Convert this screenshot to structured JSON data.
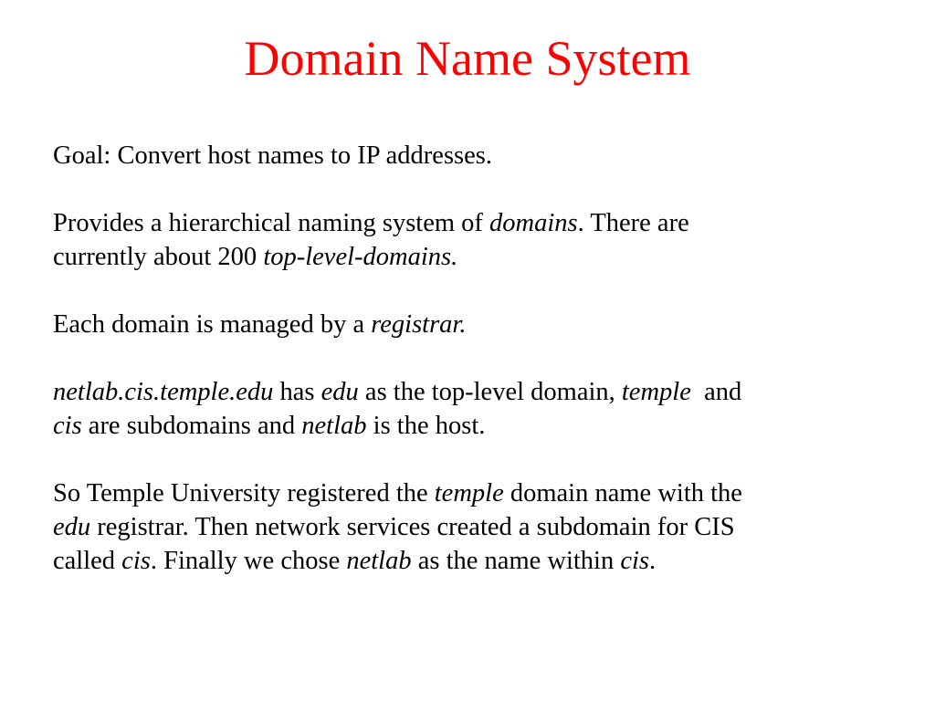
{
  "slide": {
    "title": "Domain Name System",
    "colors": {
      "title": "#ff0000",
      "text": "#000000",
      "background": "#ffffff"
    },
    "paragraphs": {
      "goal": {
        "text": "Goal: Convert host names to IP addresses."
      },
      "hierarchy": {
        "line1_text": "Provides a hierarchical naming system of ",
        "line1_term": "domains",
        "line1_tail": ". There are",
        "line2_text": "currently about 200 ",
        "line2_term": "top-level-domains."
      },
      "registrar": {
        "text": "Each domain is managed by a ",
        "term": "registrar."
      },
      "example": {
        "host_full": "netlab.cis.temple.edu",
        "t1": " has ",
        "edu": "edu",
        "t2": " as the top-level domain, ",
        "temple": "temple",
        "t3": "  and",
        "cis": "cis",
        "t4": " are subdomains and ",
        "netlab": "netlab",
        "t5": " is the host."
      },
      "story": {
        "l1_a": "So Temple University registered the ",
        "l1_temple": "temple",
        "l1_b": " domain name with the",
        "l2_edu": "edu",
        "l2_b": " registrar. Then network services created a subdomain for CIS",
        "l3_a": "called ",
        "l3_cis": "cis",
        "l3_b": ". Finally we chose ",
        "l3_netlab": "netlab",
        "l3_c": " as the name within ",
        "l3_cis2": "cis",
        "l3_d": "."
      }
    }
  }
}
